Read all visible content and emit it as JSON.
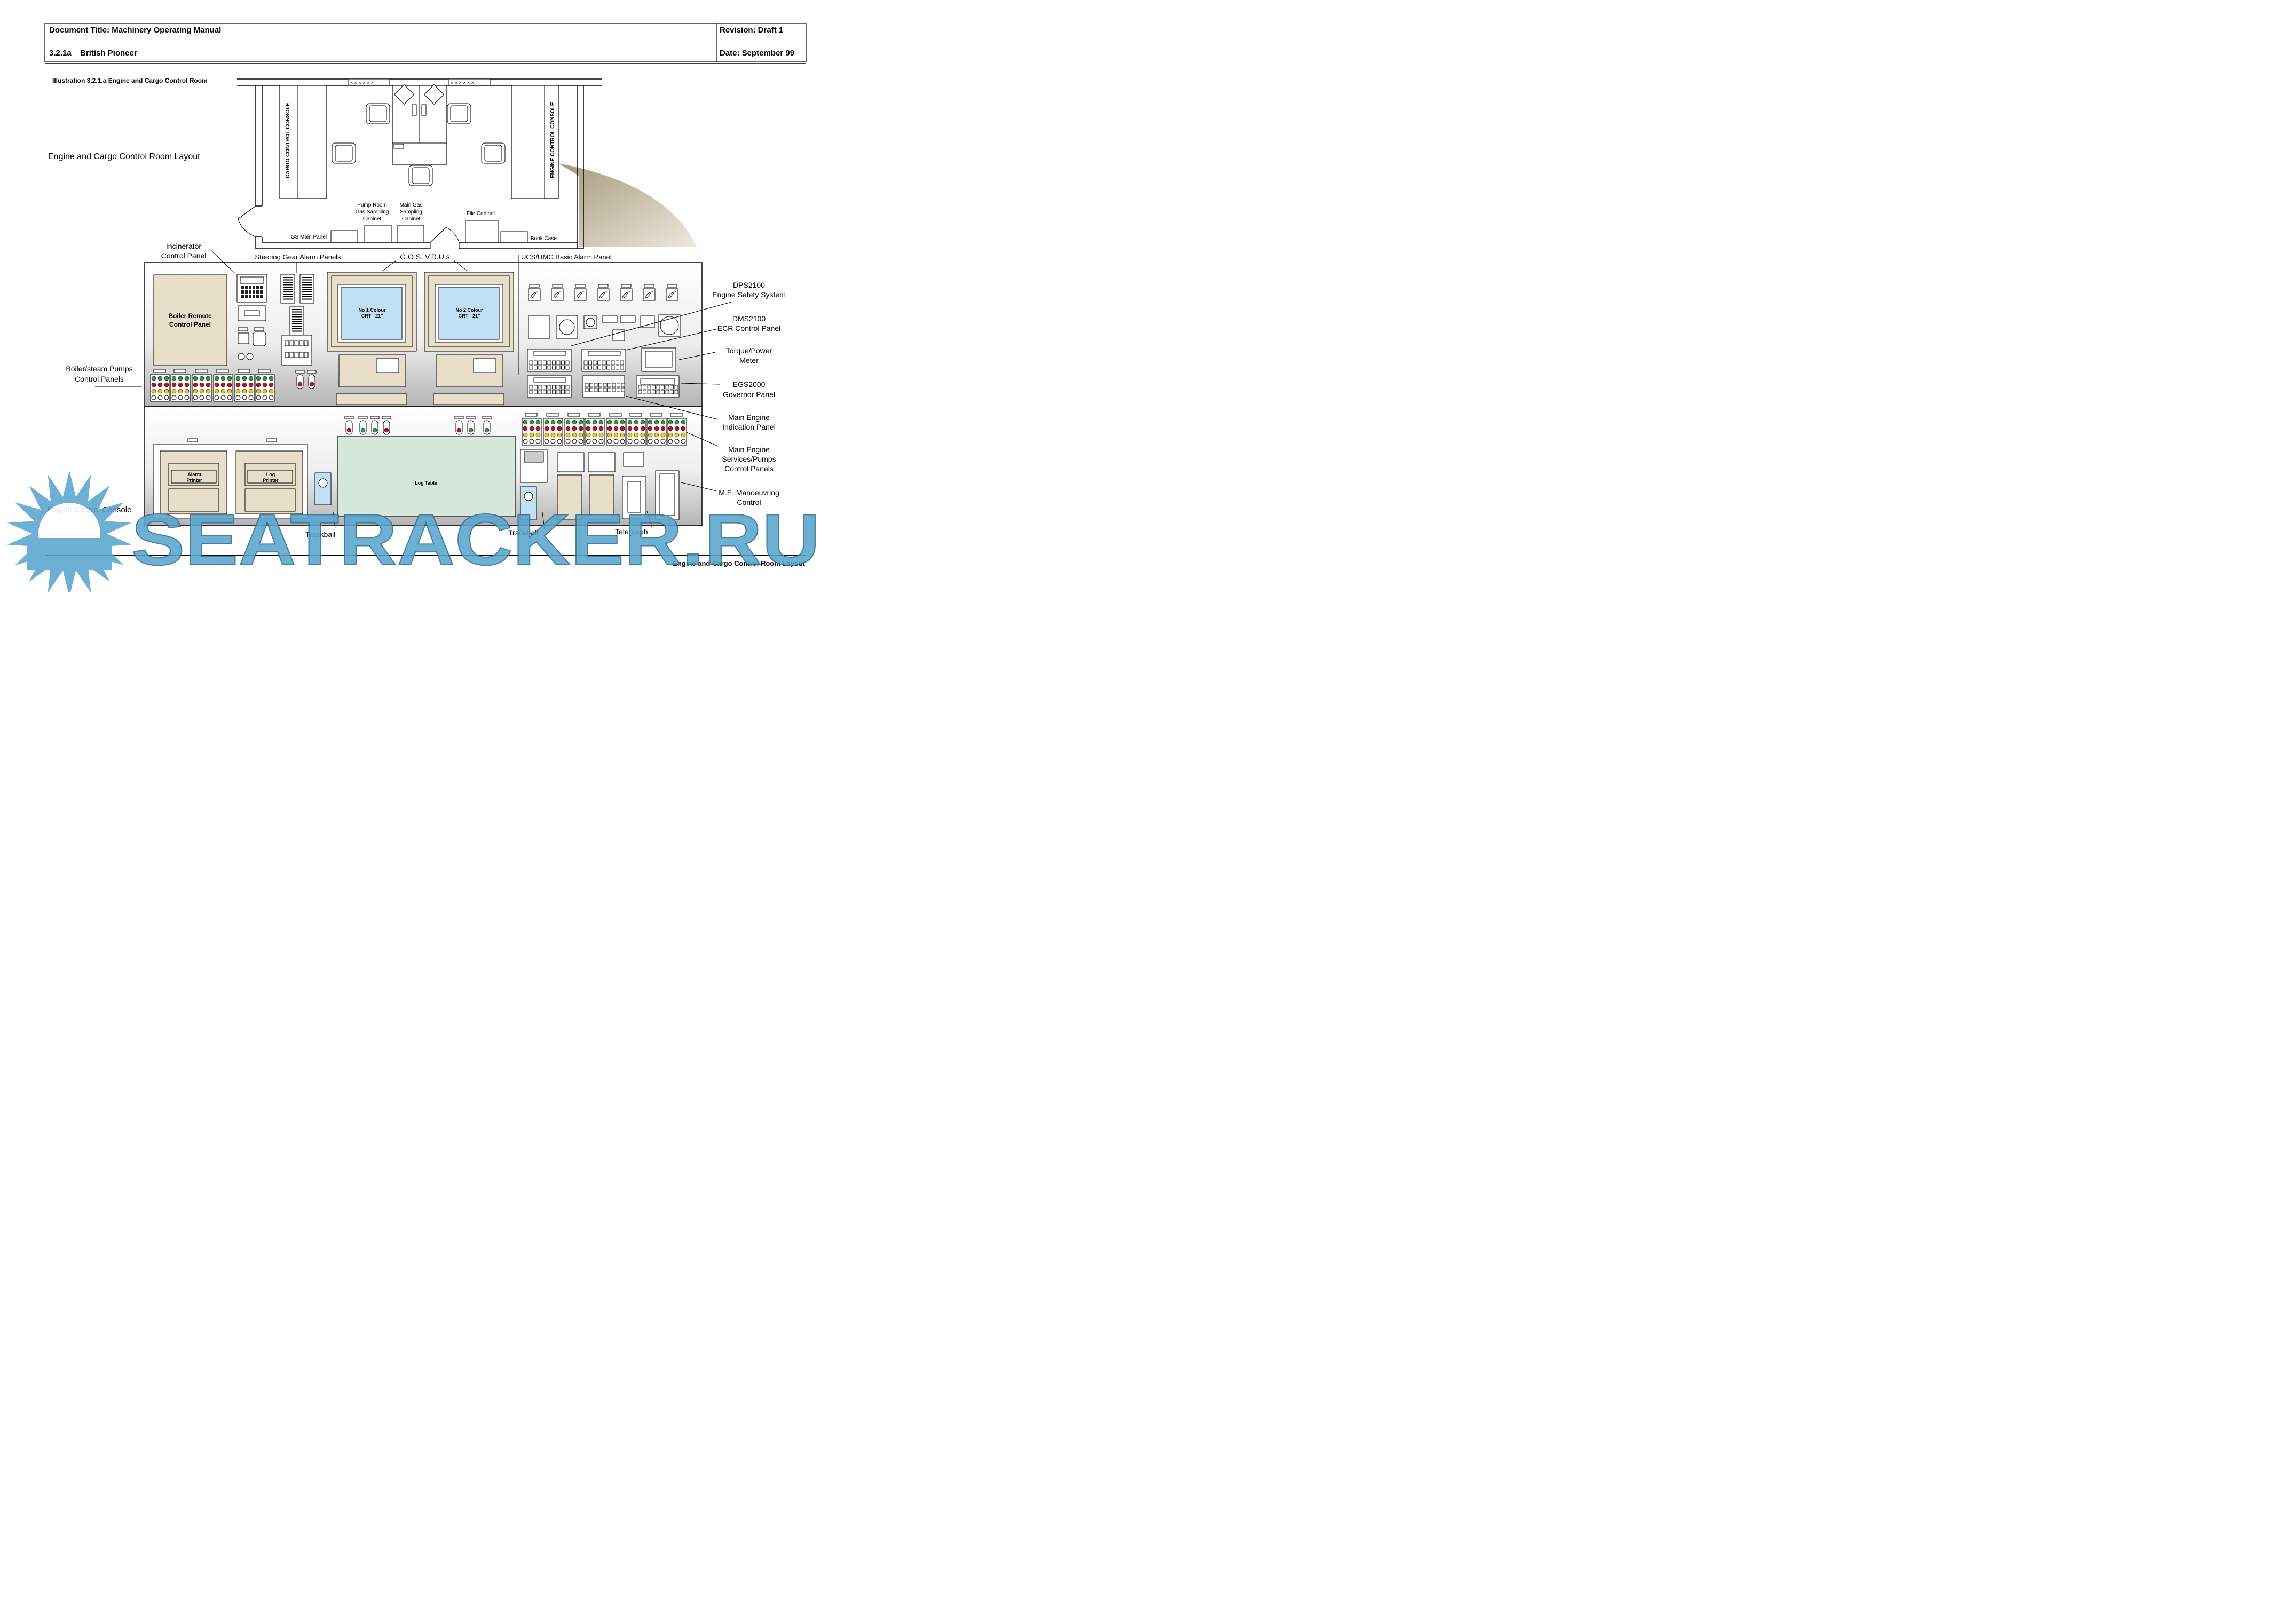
{
  "header": {
    "title": "Document Title: Machinery Operating Manual",
    "section": "3.2.1a",
    "ship": "British Pioneer",
    "revision": "Revision: Draft 1",
    "date": "Date: September 99"
  },
  "illustration_caption": "Illustration 3.2.1.a  Engine and Cargo Control Room",
  "layout_title": "Engine and Cargo Control Room Layout",
  "plan": {
    "cargo_console": "CARGO CONTROL CONSOLE",
    "engine_console": "ENGINE CONTROL CONSOLE",
    "pump_room_cabinet": [
      "Pump Room",
      "Gas Sampling",
      "Cabinet"
    ],
    "main_gas_cabinet": [
      "Main Gas",
      "Sampling",
      "Cabinet"
    ],
    "file_cabinet": "File Cabinet",
    "igs_main_panel": "IGS Main Panel",
    "book_case": "Book Case",
    "window_marks": "× × × × × ×"
  },
  "labels": {
    "incinerator": [
      "Incinerator",
      "Control Panel"
    ],
    "steering_gear": "Steering Gear Alarm Panels",
    "gos_vdus": "G.O.S. V.D.U.s",
    "ucs_umc": "UCS/UMC Basic Alarm Panel",
    "dps": [
      "DPS2100",
      "Engine Safety System"
    ],
    "dms": [
      "DMS2100",
      "ECR Control Panel"
    ],
    "torque": [
      "Torque/Power",
      "Meter"
    ],
    "egs": [
      "EGS2000",
      "Governor Panel"
    ],
    "me_indication": [
      "Main Engine",
      "Indication Panel"
    ],
    "me_services": [
      "Main Engine",
      "Services/Pumps",
      "Control Panels"
    ],
    "me_manoeuvring": [
      "M.E. Manoeuvring",
      "Control"
    ],
    "boiler_pumps": [
      "Boiler/steam Pumps",
      "Control Panels"
    ],
    "engine_console": "Engine Control Console",
    "trackball_1": "Trackball",
    "trackball_2": "Trackball",
    "telegraph": "Telegraph"
  },
  "panel": {
    "boiler_remote": [
      "Boiler Remote",
      "Control Panel"
    ],
    "crt1": [
      "No 1 Colour",
      "CRT - 21\""
    ],
    "crt2": [
      "No 2 Colour",
      "CRT - 21\""
    ],
    "alarm_printer": [
      "Alarm",
      "Printer"
    ],
    "log_printer": [
      "Log",
      "Printer"
    ],
    "log_table": "Log Table"
  },
  "watermark": "SEATRACKER.RU",
  "footer": "Engine and Cargo Control Room Layout",
  "colors": {
    "panel_beige": "#e8dfcb",
    "screen_blue": "#bfe0f5",
    "log_table_green": "#d6e8dc",
    "watermark_blue": "#5aa6cf",
    "led_red": "#c8102e",
    "led_green": "#2e9e3a",
    "led_yellow": "#f3c316"
  }
}
